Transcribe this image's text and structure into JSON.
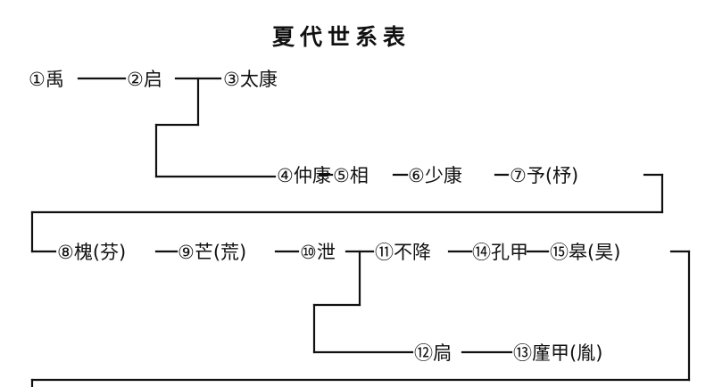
{
  "title": "夏代世系表",
  "colors": {
    "ink": "#111111",
    "paper": "#ffffff"
  },
  "nodes": [
    {
      "id": "n1",
      "label": "①禹"
    },
    {
      "id": "n2",
      "label": "②启"
    },
    {
      "id": "n3",
      "label": "③太康"
    },
    {
      "id": "n4",
      "label": "④仲康"
    },
    {
      "id": "n5",
      "label": "⑤相"
    },
    {
      "id": "n6",
      "label": "⑥少康"
    },
    {
      "id": "n7",
      "label": "⑦予(杼)"
    },
    {
      "id": "n8",
      "label": "⑧槐(芬)"
    },
    {
      "id": "n9",
      "label": "⑨芒(荒)"
    },
    {
      "id": "n10",
      "label": "⑩泄"
    },
    {
      "id": "n11",
      "label": "⑪不降"
    },
    {
      "id": "n14",
      "label": "⑭孔甲"
    },
    {
      "id": "n15",
      "label": "⑮皋(昊)"
    },
    {
      "id": "n12",
      "label": "⑫扃"
    },
    {
      "id": "n13",
      "label": "⑬廑甲(胤)"
    }
  ]
}
